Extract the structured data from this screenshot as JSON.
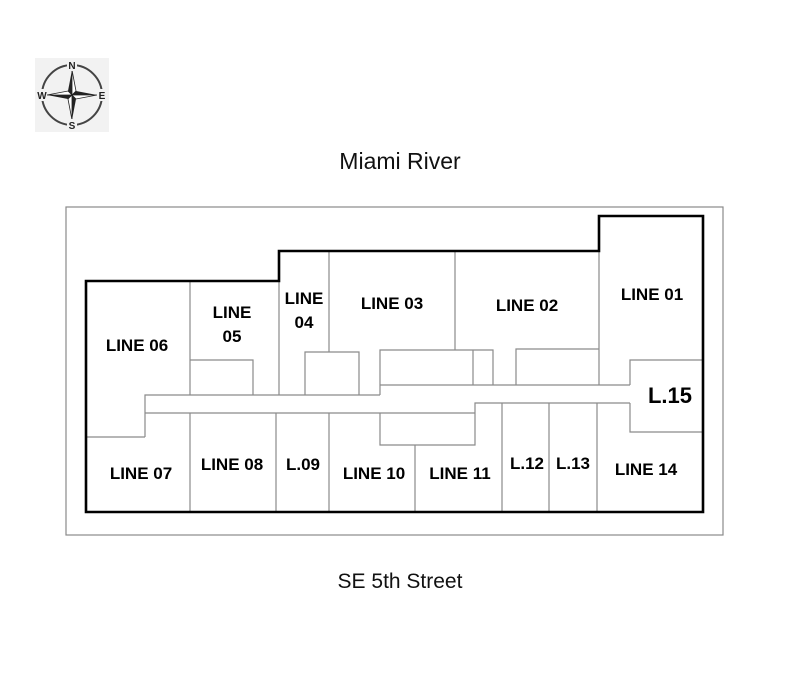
{
  "compass": {
    "n": "N",
    "s": "S",
    "e": "E",
    "w": "W",
    "icon": "compass-rose-icon"
  },
  "north_label": "Miami River",
  "south_label": "SE 5th Street",
  "units": [
    {
      "id": "line-06",
      "lines": [
        "LINE 06"
      ]
    },
    {
      "id": "line-05",
      "lines": [
        "LINE",
        "05"
      ]
    },
    {
      "id": "line-04",
      "lines": [
        "LINE",
        "04"
      ]
    },
    {
      "id": "line-03",
      "lines": [
        "LINE 03"
      ]
    },
    {
      "id": "line-02",
      "lines": [
        "LINE 02"
      ]
    },
    {
      "id": "line-01",
      "lines": [
        "LINE 01"
      ]
    },
    {
      "id": "l-15",
      "lines": [
        "L.15"
      ]
    },
    {
      "id": "line-07",
      "lines": [
        "LINE 07"
      ]
    },
    {
      "id": "line-08",
      "lines": [
        "LINE 08"
      ]
    },
    {
      "id": "l-09",
      "lines": [
        "L.09"
      ]
    },
    {
      "id": "line-10",
      "lines": [
        "LINE 10"
      ]
    },
    {
      "id": "line-11",
      "lines": [
        "LINE 11"
      ]
    },
    {
      "id": "l-12",
      "lines": [
        "L.12"
      ]
    },
    {
      "id": "l-13",
      "lines": [
        "L.13"
      ]
    },
    {
      "id": "line-14",
      "lines": [
        "LINE 14"
      ]
    }
  ]
}
